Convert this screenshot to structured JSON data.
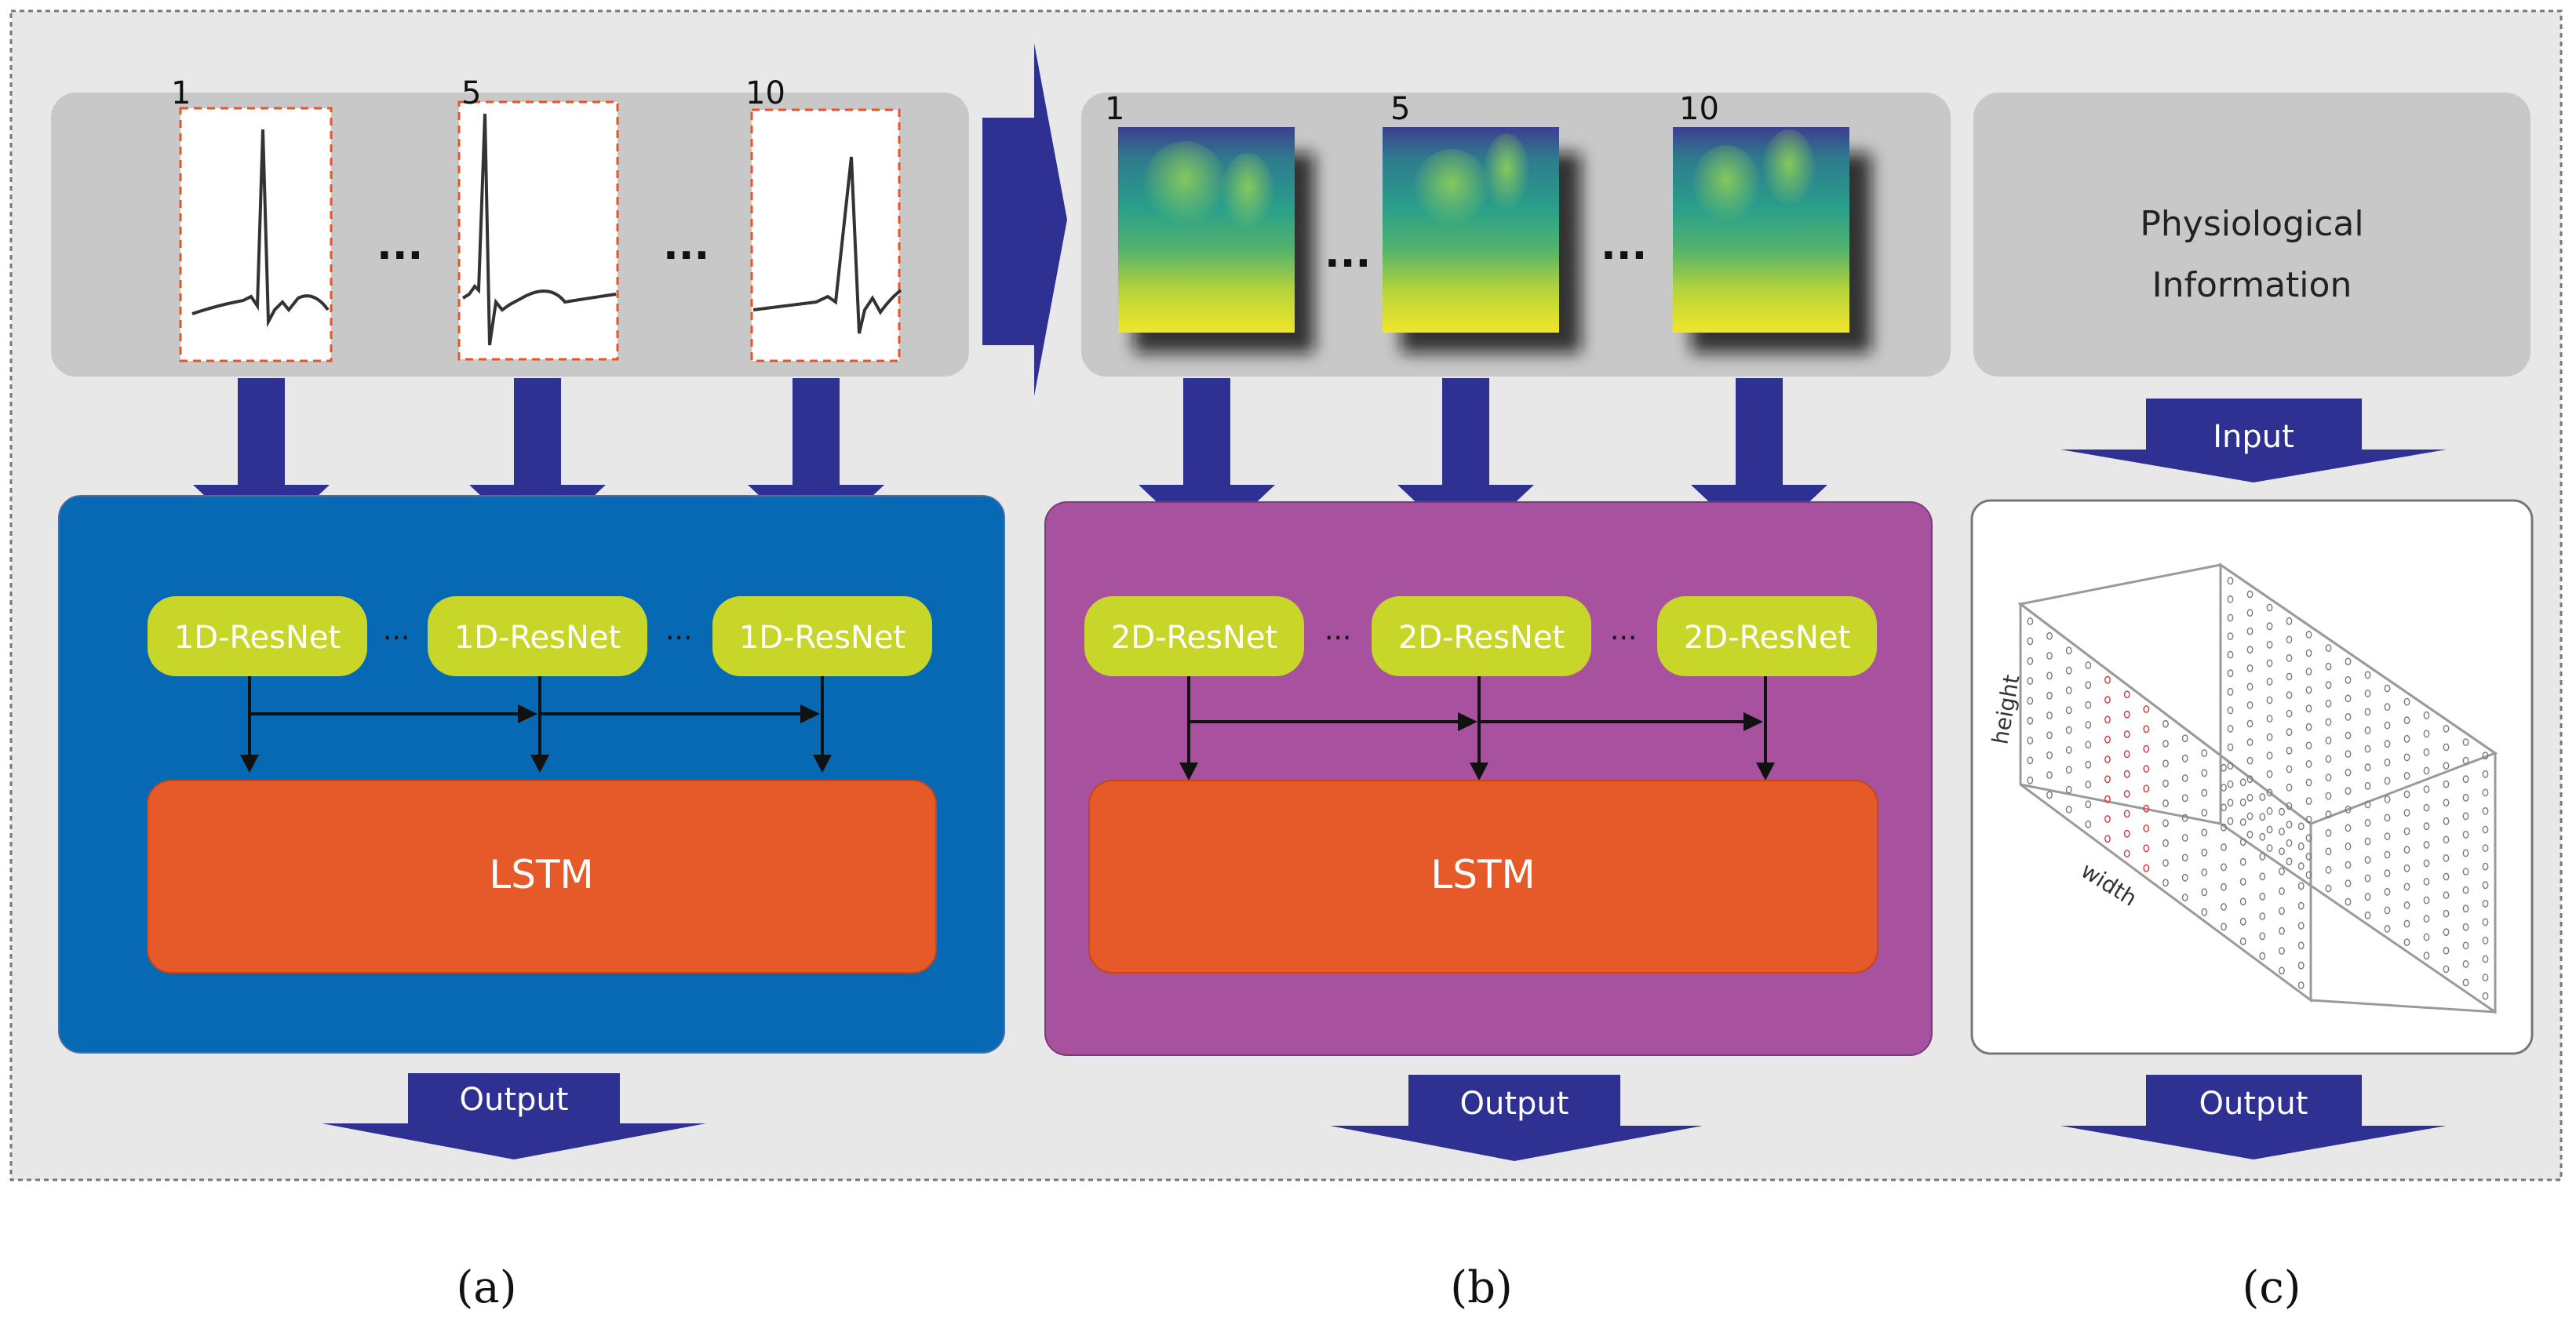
{
  "panel_a": {
    "frame_numbers": [
      "1",
      "5",
      "10"
    ],
    "ellipsis": "...",
    "resnet_labels": [
      "1D-ResNet",
      "1D-ResNet",
      "1D-ResNet"
    ],
    "resnet_ellipsis": "...",
    "lstm_label": "LSTM",
    "output_label": "Output",
    "caption": "(a)",
    "block_color": "#0769b3"
  },
  "panel_b": {
    "frame_numbers": [
      "1",
      "5",
      "10"
    ],
    "ellipsis": "...",
    "resnet_labels": [
      "2D-ResNet",
      "2D-ResNet",
      "2D-ResNet"
    ],
    "resnet_ellipsis": "...",
    "lstm_label": "LSTM",
    "output_label": "Output",
    "caption": "(b)",
    "block_color": "#a8519e"
  },
  "panel_c": {
    "info_line1": "Physiological",
    "info_line2": "Information",
    "input_label": "Input",
    "axis_height": "height",
    "axis_width": "width",
    "output_label": "Output",
    "caption": "(c)"
  },
  "colors": {
    "background": "#e8e8e8",
    "gray_box": "#c8c8c8",
    "resnet_fill": "#c8d62a",
    "lstm_fill": "#e55a28",
    "arrow_fill": "#2e3192",
    "ecg_box_border": "#e8542a"
  }
}
